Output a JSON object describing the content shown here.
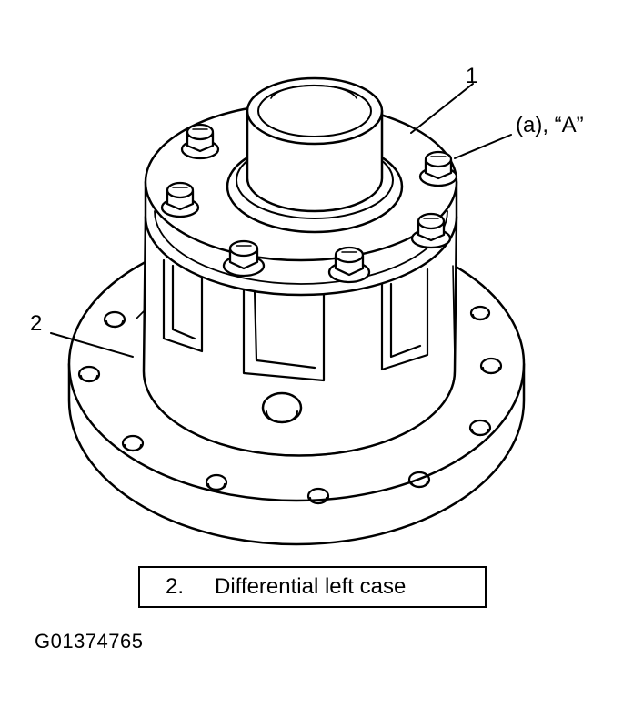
{
  "callouts": {
    "label_1": "1",
    "label_a": "(a), “A”",
    "label_2": "2"
  },
  "caption": {
    "number": "2.",
    "text": "Differential left case"
  },
  "figure_id": "G01374765",
  "colors": {
    "ink": "#000000",
    "paper": "#ffffff"
  }
}
